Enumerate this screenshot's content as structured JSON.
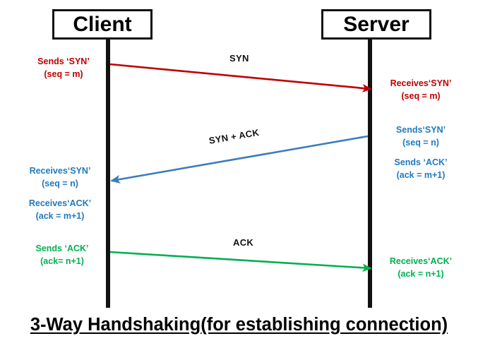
{
  "diagram": {
    "participants": [
      {
        "name": "client",
        "label": "Client"
      },
      {
        "name": "server",
        "label": "Server"
      }
    ],
    "colors": {
      "syn": "#C00000",
      "syn_ack": "#3E7CBF",
      "ack": "#00B050",
      "lifeline": "#111111",
      "label": "#111111"
    },
    "messages": [
      {
        "name": "syn",
        "label": "SYN",
        "direction": "client-to-server",
        "color": "#C00000",
        "sender_note": [
          "Sends ‘SYN’",
          "(seq = m)"
        ],
        "receiver_note": [
          "Receives‘SYN’",
          "(seq = m)"
        ]
      },
      {
        "name": "syn-ack",
        "label": "SYN + ACK",
        "direction": "server-to-client",
        "color": "#3E7CBF",
        "sender_note": [
          "Sends‘SYN’",
          "(seq = n)",
          "Sends ‘ACK’",
          "(ack = m+1)"
        ],
        "receiver_note": [
          "Receives‘SYN’",
          "(seq = n)",
          "Receives‘ACK’",
          "(ack = m+1)"
        ]
      },
      {
        "name": "ack",
        "label": "ACK",
        "direction": "client-to-server",
        "color": "#00B050",
        "sender_note": [
          "Sends ‘ACK’",
          "(ack= n+1)"
        ],
        "receiver_note": [
          "Receives‘ACK’",
          "(ack = n+1)"
        ]
      }
    ],
    "notes": {
      "client_syn_sends": {
        "l1": "Sends ‘SYN’",
        "l2": "(seq = m)"
      },
      "server_syn_receives": {
        "l1": "Receives‘SYN’",
        "l2": "(seq = m)"
      },
      "server_synack_sends": {
        "l1": "Sends‘SYN’",
        "l2": "(seq = n)",
        "l3": "Sends ‘ACK’",
        "l4": "(ack = m+1)"
      },
      "client_synack_receives": {
        "l1": "Receives‘SYN’",
        "l2": "(seq = n)",
        "l3": "Receives‘ACK’",
        "l4": "(ack = m+1)"
      },
      "client_ack_sends": {
        "l1": "Sends ‘ACK’",
        "l2": "(ack= n+1)"
      },
      "server_ack_receives": {
        "l1": "Receives‘ACK’",
        "l2": "(ack = n+1)"
      }
    },
    "caption": "3-Way Handshaking(for establishing connection)"
  }
}
